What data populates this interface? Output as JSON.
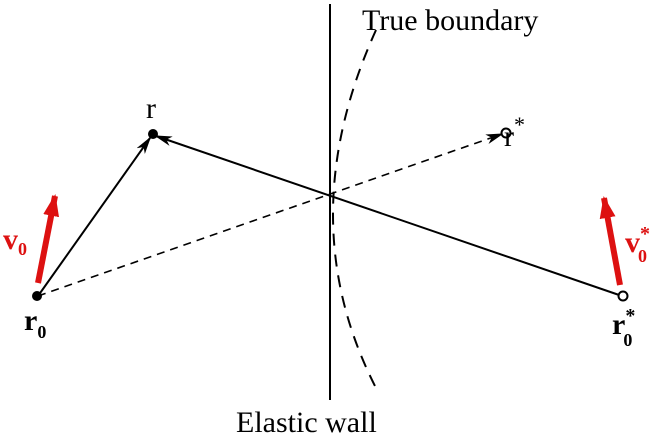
{
  "labels": {
    "true_boundary": "True boundary",
    "elastic_wall": "Elastic wall",
    "r": "r",
    "r_star_base": "r",
    "r_star_sup": "*",
    "r0_base": "r",
    "r0_sub": "0",
    "r0_star_base": "r",
    "r0_star_sup": "*",
    "r0_star_sub": "0",
    "v0_base": "v",
    "v0_sub": "0",
    "v0_star_base": "v",
    "v0_star_sup": "*",
    "v0_star_sub": "0"
  },
  "colors": {
    "velocity": "#dd1111",
    "line": "#000000"
  }
}
